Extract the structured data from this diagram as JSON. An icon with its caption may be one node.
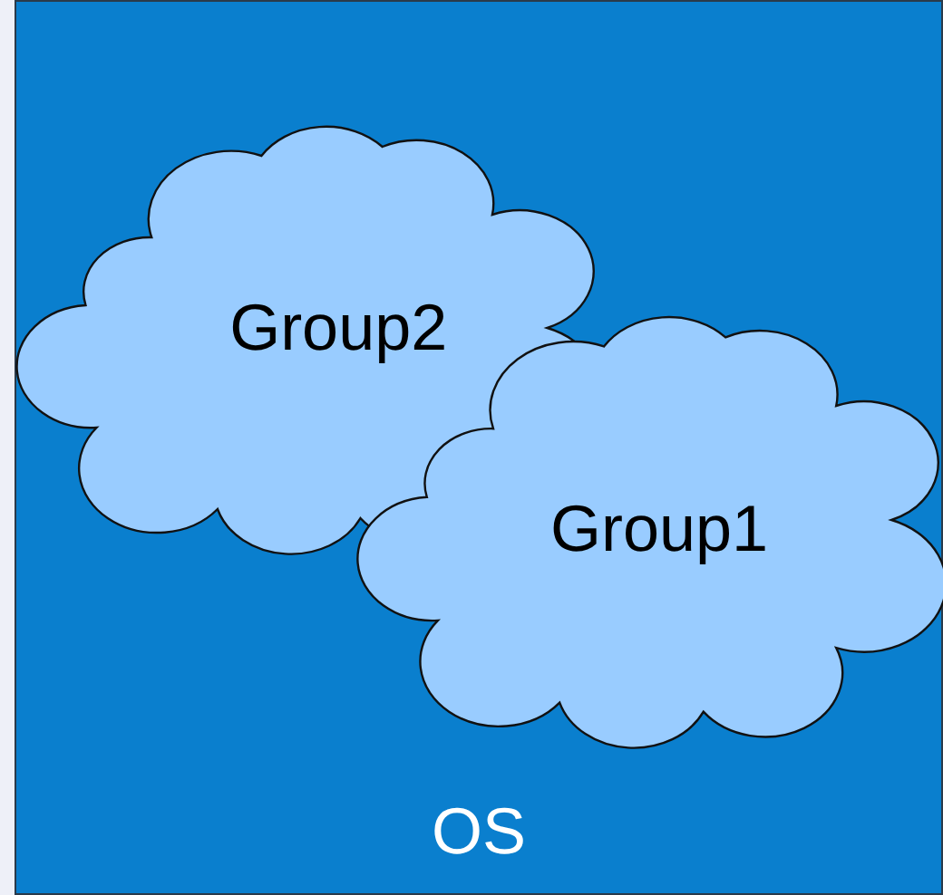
{
  "diagram": {
    "nodes": [
      {
        "text": [
          "OS"
        ]
      },
      {
        "text": [
          "Group2"
        ],
        "in": 0
      },
      {
        "text": [
          "Group1"
        ],
        "in": 0
      }
    ],
    "edges": []
  }
}
